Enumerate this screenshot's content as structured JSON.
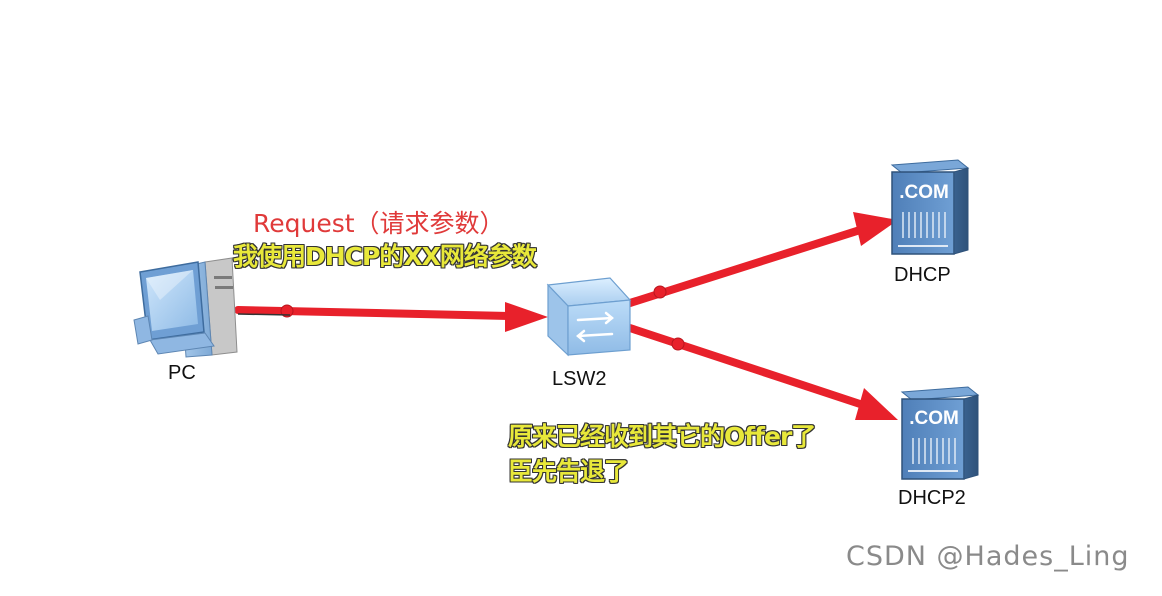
{
  "nodes": {
    "pc": {
      "label": "PC"
    },
    "switch": {
      "label": "LSW2"
    },
    "server1": {
      "label": "DHCP",
      "badge": ".COM"
    },
    "server2": {
      "label": "DHCP2",
      "badge": ".COM"
    }
  },
  "annotations": {
    "request_title": "Request（请求参数）",
    "request_desc": "我使用DHCP的XX网络参数",
    "decline_line1": "原来已经收到其它的Offer了",
    "decline_line2": "臣先告退了"
  },
  "watermark": "CSDN @Hades_Ling",
  "colors": {
    "arrow": "#e8212b",
    "callout_text": "#e8e83a",
    "request_text": "#e03a3a",
    "device_blue": "#5b8fc7"
  }
}
